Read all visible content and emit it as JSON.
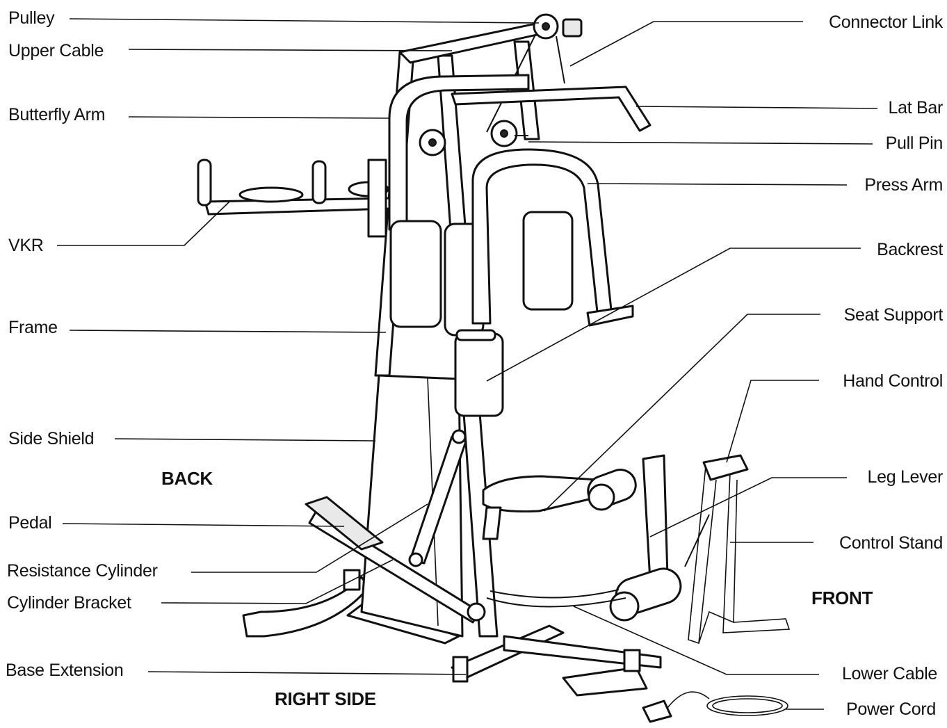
{
  "labels_left": [
    "Pulley",
    "Upper Cable",
    "Butterfly Arm",
    "VKR",
    "Frame",
    "Side Shield",
    "Pedal",
    "Resistance Cylinder",
    "Cylinder Bracket",
    "Base Extension"
  ],
  "labels_right": [
    "Connector Link",
    "Lat Bar",
    "Pull Pin",
    "Press Arm",
    "Backrest",
    "Seat Support",
    "Hand Control",
    "Leg Lever",
    "Control Stand",
    "Lower Cable",
    "Power Cord"
  ],
  "orientation": {
    "back": "BACK",
    "front": "FRONT",
    "right_side": "RIGHT SIDE"
  }
}
